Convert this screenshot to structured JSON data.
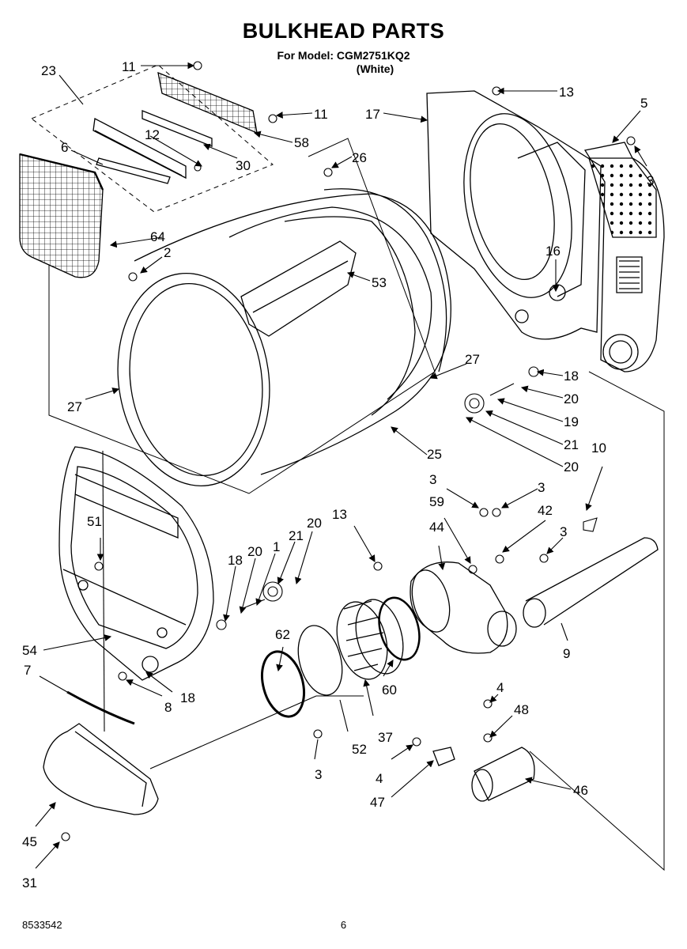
{
  "header": {
    "title": "BULKHEAD PARTS",
    "model_line": "For Model: CGM2751KQ2",
    "color_line": "(White)"
  },
  "footer": {
    "doc_number": "8533542",
    "page_number": "6"
  },
  "callouts": [
    {
      "id": "c23",
      "label": "23"
    },
    {
      "id": "c11a",
      "label": "11"
    },
    {
      "id": "c11b",
      "label": "11"
    },
    {
      "id": "c12",
      "label": "12"
    },
    {
      "id": "c58",
      "label": "58"
    },
    {
      "id": "c30",
      "label": "30"
    },
    {
      "id": "c6",
      "label": "6"
    },
    {
      "id": "c26",
      "label": "26"
    },
    {
      "id": "c64",
      "label": "64"
    },
    {
      "id": "c2",
      "label": "2"
    },
    {
      "id": "c53",
      "label": "53"
    },
    {
      "id": "c17",
      "label": "17"
    },
    {
      "id": "c13a",
      "label": "13"
    },
    {
      "id": "c5",
      "label": "5"
    },
    {
      "id": "c3a",
      "label": "3"
    },
    {
      "id": "c16",
      "label": "16"
    },
    {
      "id": "c27a",
      "label": "27"
    },
    {
      "id": "c27b",
      "label": "27"
    },
    {
      "id": "c18a",
      "label": "18"
    },
    {
      "id": "c20a",
      "label": "20"
    },
    {
      "id": "c19",
      "label": "19"
    },
    {
      "id": "c21a",
      "label": "21"
    },
    {
      "id": "c25",
      "label": "25"
    },
    {
      "id": "c20b",
      "label": "20"
    },
    {
      "id": "c10",
      "label": "10"
    },
    {
      "id": "c3b",
      "label": "3"
    },
    {
      "id": "c3c",
      "label": "3"
    },
    {
      "id": "c59",
      "label": "59"
    },
    {
      "id": "c42",
      "label": "42"
    },
    {
      "id": "c13b",
      "label": "13"
    },
    {
      "id": "c44",
      "label": "44"
    },
    {
      "id": "c3d",
      "label": "3"
    },
    {
      "id": "c51",
      "label": "51"
    },
    {
      "id": "c20c",
      "label": "20"
    },
    {
      "id": "c21b",
      "label": "21"
    },
    {
      "id": "c18b",
      "label": "18"
    },
    {
      "id": "c20d",
      "label": "20"
    },
    {
      "id": "c1",
      "label": "1"
    },
    {
      "id": "c62",
      "label": "62"
    },
    {
      "id": "c9",
      "label": "9"
    },
    {
      "id": "c54",
      "label": "54"
    },
    {
      "id": "c7",
      "label": "7"
    },
    {
      "id": "c60",
      "label": "60"
    },
    {
      "id": "c8",
      "label": "8"
    },
    {
      "id": "c18c",
      "label": "18"
    },
    {
      "id": "c4a",
      "label": "4"
    },
    {
      "id": "c48",
      "label": "48"
    },
    {
      "id": "c37",
      "label": "37"
    },
    {
      "id": "c52",
      "label": "52"
    },
    {
      "id": "c3e",
      "label": "3"
    },
    {
      "id": "c4b",
      "label": "4"
    },
    {
      "id": "c47",
      "label": "47"
    },
    {
      "id": "c46",
      "label": "46"
    },
    {
      "id": "c45",
      "label": "45"
    },
    {
      "id": "c31",
      "label": "31"
    }
  ]
}
